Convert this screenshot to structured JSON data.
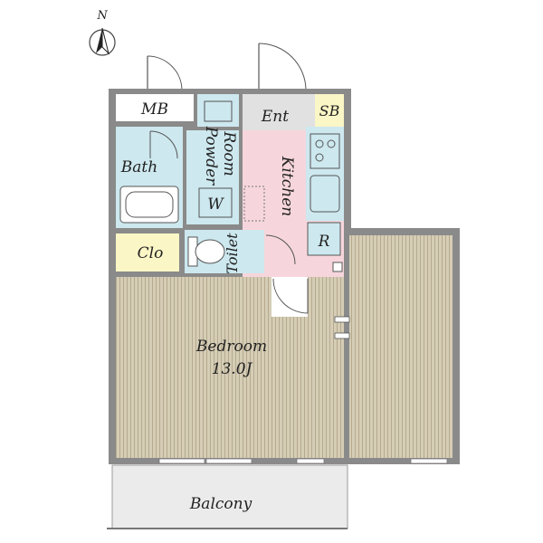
{
  "compass": {
    "label": "N"
  },
  "rooms": {
    "mb": "MB",
    "ent": "Ent",
    "sb": "SB",
    "bath": "Bath",
    "powder": "Powder",
    "powder_room": "Room",
    "washer": "W",
    "kitchen": "Kitchen",
    "refrigerator": "R",
    "closet": "Clo",
    "toilet": "Toilet",
    "bedroom": "Bedroom",
    "bedroom_size": "13.0J",
    "balcony": "Balcony"
  },
  "colors": {
    "wall": "#8a8a8a",
    "wet_area": "#cde8ef",
    "kitchen": "#f6d6dc",
    "closet": "#fbf6c6",
    "entrance": "#e1e1e1",
    "bedroom": "#d4cbb4",
    "bedroom_lines": "#b8ad92",
    "balcony": "#ebebeb"
  }
}
